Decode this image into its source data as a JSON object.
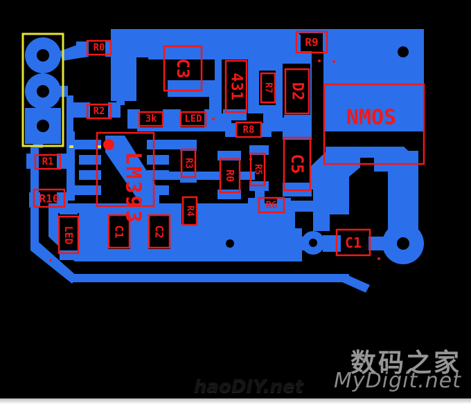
{
  "board": {
    "labels": {
      "r0_top": "R0",
      "r2": "R2",
      "c3": "C3",
      "three_k": "3k",
      "led_top": "LED",
      "v431": "431",
      "r7": "R7",
      "d2": "D2",
      "r9": "R9",
      "nmos": "NMOS",
      "r8": "R8",
      "r3": "R3",
      "r0_mid": "R0",
      "r5": "R5",
      "c5": "C5",
      "r6": "R6",
      "r1": "R1",
      "r10": "R10",
      "led_bottom": "LED",
      "c1": "C1",
      "c2": "C2",
      "r4": "R4",
      "c1_cap": "C1",
      "ic": "LM393"
    },
    "colors": {
      "copper": "#2b70ea",
      "silkscreen": "#f21818",
      "connector_outline": "#e8e431",
      "background": "#000000"
    }
  },
  "watermarks": {
    "site_cn": "数码之家",
    "site_en": "MyDigit.net",
    "diy": "haoDIY.net"
  }
}
